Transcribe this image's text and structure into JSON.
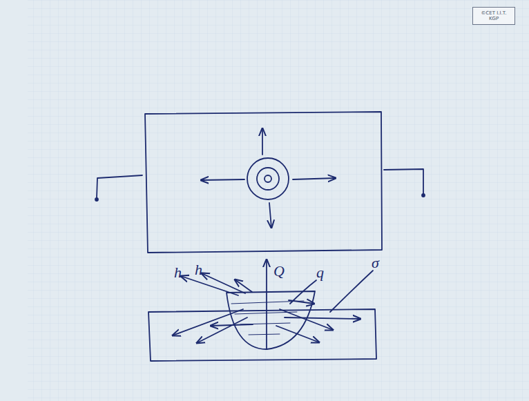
{
  "diagram": {
    "nodes": [
      {
        "text": [
          "©CET I.I.T. KGP"
        ]
      }
    ],
    "labels": [
      "Q",
      "h",
      "h",
      "q",
      "σ"
    ]
  }
}
